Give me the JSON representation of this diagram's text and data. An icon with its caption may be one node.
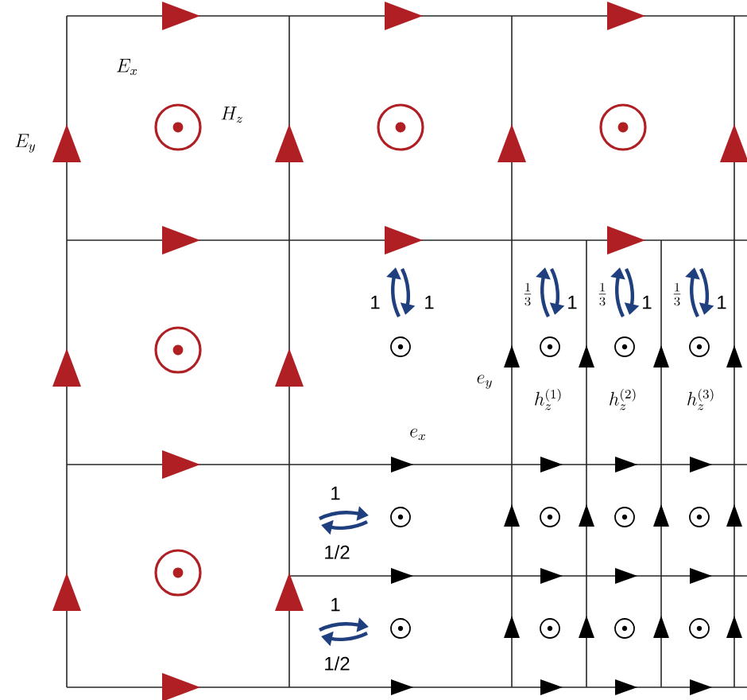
{
  "diagram": {
    "labels": [
      "E_x",
      "H_z",
      "E_y",
      "1",
      "1",
      "\\frac{1}{3}",
      "1",
      "\\frac{1}{3}",
      "1",
      "\\frac{1}{3}",
      "1",
      "e_y",
      "h_z^{(1)}",
      "h_z^{(2)}",
      "h_z^{(3)}",
      "e_x",
      "1",
      "1/2",
      "1",
      "1/2"
    ]
  }
}
